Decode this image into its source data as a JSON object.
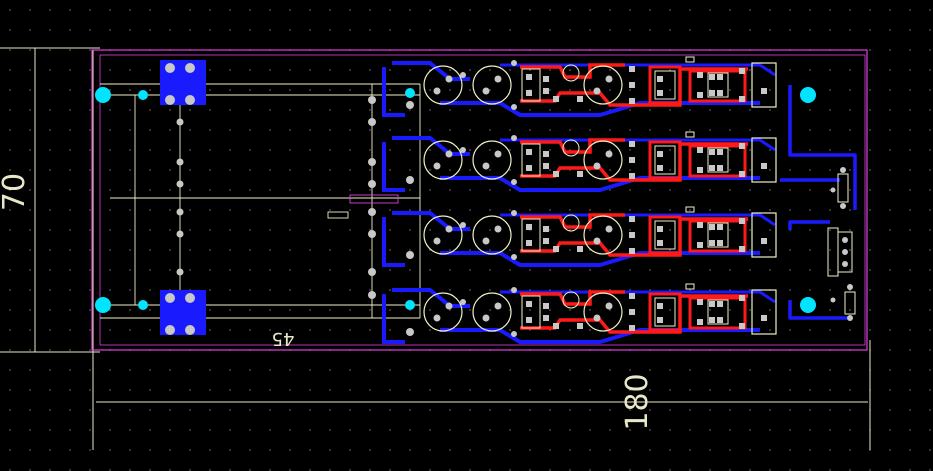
{
  "colors": {
    "background": "#000000",
    "grid": "#5a5a5a",
    "board_outline": "#e040e0",
    "bottom_copper": "#1a1aff",
    "top_copper": "#ff1a1a",
    "pad": "#c8c8c8",
    "via": "#00e5ff",
    "silkscreen": "#f0f0c8",
    "dimension": "#e8e8c8"
  },
  "dimensions": {
    "height_label": "70",
    "width_label": "180",
    "spacing_label": "45"
  },
  "icons": {
    "mounting_hole": "mounting-hole-icon",
    "via": "via-icon",
    "pad": "pad-icon"
  }
}
